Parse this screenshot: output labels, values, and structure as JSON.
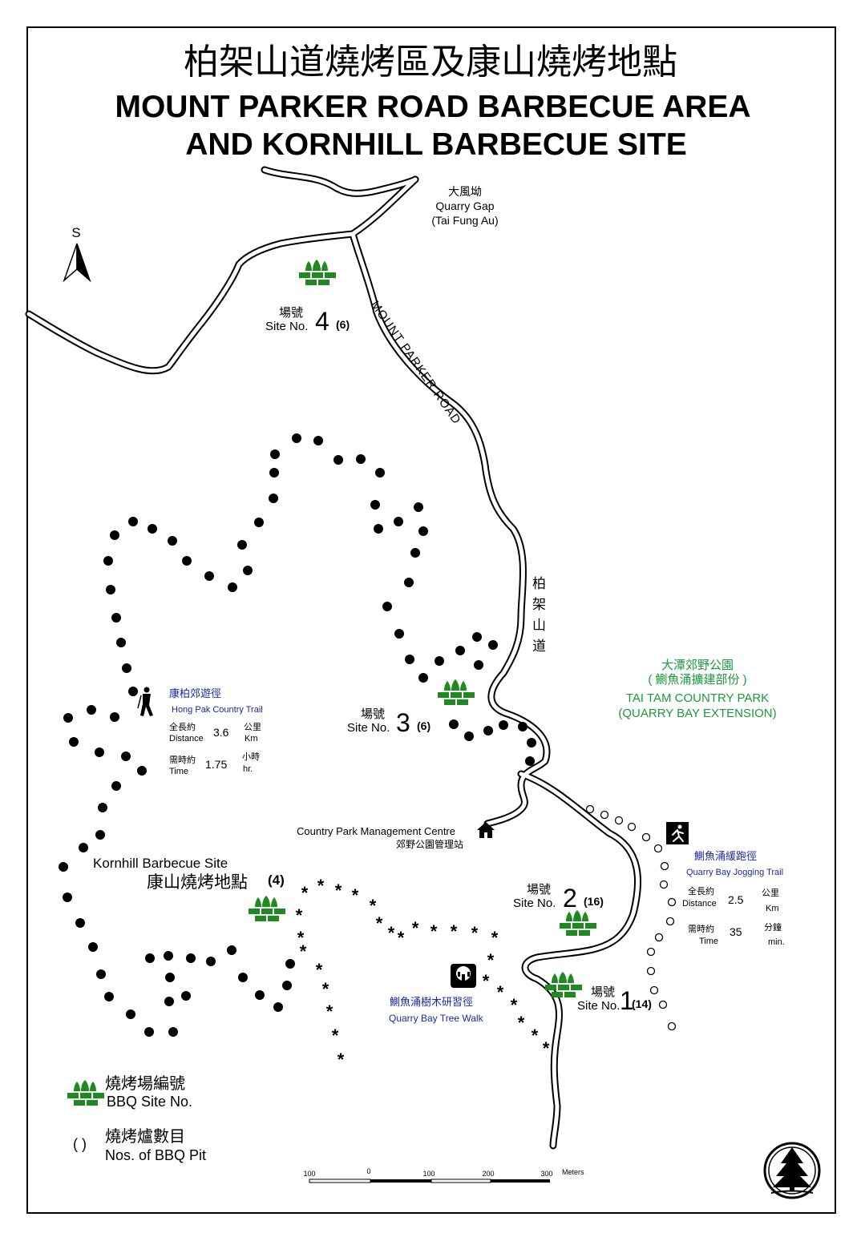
{
  "title": {
    "chinese": "柏架山道燒烤區及康山燒烤地點",
    "line1": "MOUNT PARKER ROAD BARBECUE AREA",
    "line2": "AND KORNHILL BARBECUE SITE"
  },
  "compass": {
    "label": "S"
  },
  "places": {
    "quarry_gap_zh": "大風坳",
    "quarry_gap_en": "Quarry Gap",
    "quarry_gap_alt": "(Tai Fung Au)",
    "road_en": "MOUNT PARKER ROAD",
    "road_zh_1": "柏",
    "road_zh_2": "架",
    "road_zh_3": "山",
    "road_zh_4": "道",
    "park_zh_1": "大潭郊野公園",
    "park_zh_2": "( 鰂魚涌擴建部份 )",
    "park_en_1": "TAI TAM COUNTRY PARK",
    "park_en_2": "(QUARRY BAY EXTENSION)",
    "mgmt_en": "Country Park Management Centre",
    "mgmt_zh": "郊野公園管理站",
    "kornhill_en": "Kornhill Barbecue Site",
    "kornhill_zh": "康山燒烤地點",
    "kornhill_pits": "(4)"
  },
  "sites": [
    {
      "zh": "場號",
      "en": "Site No.",
      "number": "4",
      "pits": "(6)"
    },
    {
      "zh": "場號",
      "en": "Site No.",
      "number": "3",
      "pits": "(6)"
    },
    {
      "zh": "場號",
      "en": "Site No.",
      "number": "2",
      "pits": "(16)"
    },
    {
      "zh": "場號",
      "en": "Site No.",
      "number": "1",
      "pits": "(14)"
    }
  ],
  "hong_pak_trail": {
    "zh": "康柏郊遊徑",
    "en": "Hong Pak Country Trail",
    "dist_zh": "全長約",
    "dist_en": "Distance",
    "dist_val": "3.6",
    "dist_unit_zh": "公里",
    "dist_unit_en": "Km",
    "time_zh": "需時約",
    "time_en": "Time",
    "time_val": "1.75",
    "time_unit_zh": "小時",
    "time_unit_en": "hr."
  },
  "jogging_trail": {
    "zh": "鰂魚涌緩跑徑",
    "en": "Quarry Bay Jogging Trail",
    "dist_zh": "全長約",
    "dist_en": "Distance",
    "dist_val": "2.5",
    "dist_unit_zh": "公里",
    "dist_unit_en": "Km",
    "time_zh": "需時約",
    "time_en": "Time",
    "time_val": "35",
    "time_unit_zh": "分鐘",
    "time_unit_en": "min."
  },
  "tree_walk": {
    "zh": "鰂魚涌樹木研習徑",
    "en": "Quarry Bay Tree Walk"
  },
  "legend": {
    "bbq_zh": "燒烤場編號",
    "bbq_en": "BBQ Site No.",
    "pit_symbol": "(  )",
    "pit_zh": "燒烤爐數目",
    "pit_en": "Nos. of BBQ Pit"
  },
  "scale": {
    "ticks": [
      "100",
      "0",
      "100",
      "200",
      "300"
    ],
    "unit": "Meters"
  },
  "colors": {
    "ink": "#000000",
    "bbq_green": "#1f8a1f",
    "park_green": "#1a9a3a",
    "trail_blue": "#1a2aa0"
  },
  "icons": [
    "north-arrow-icon",
    "bbq-site-icon",
    "hiker-icon",
    "house-icon",
    "jogger-icon",
    "tree-walk-icon",
    "country-park-logo-icon"
  ]
}
